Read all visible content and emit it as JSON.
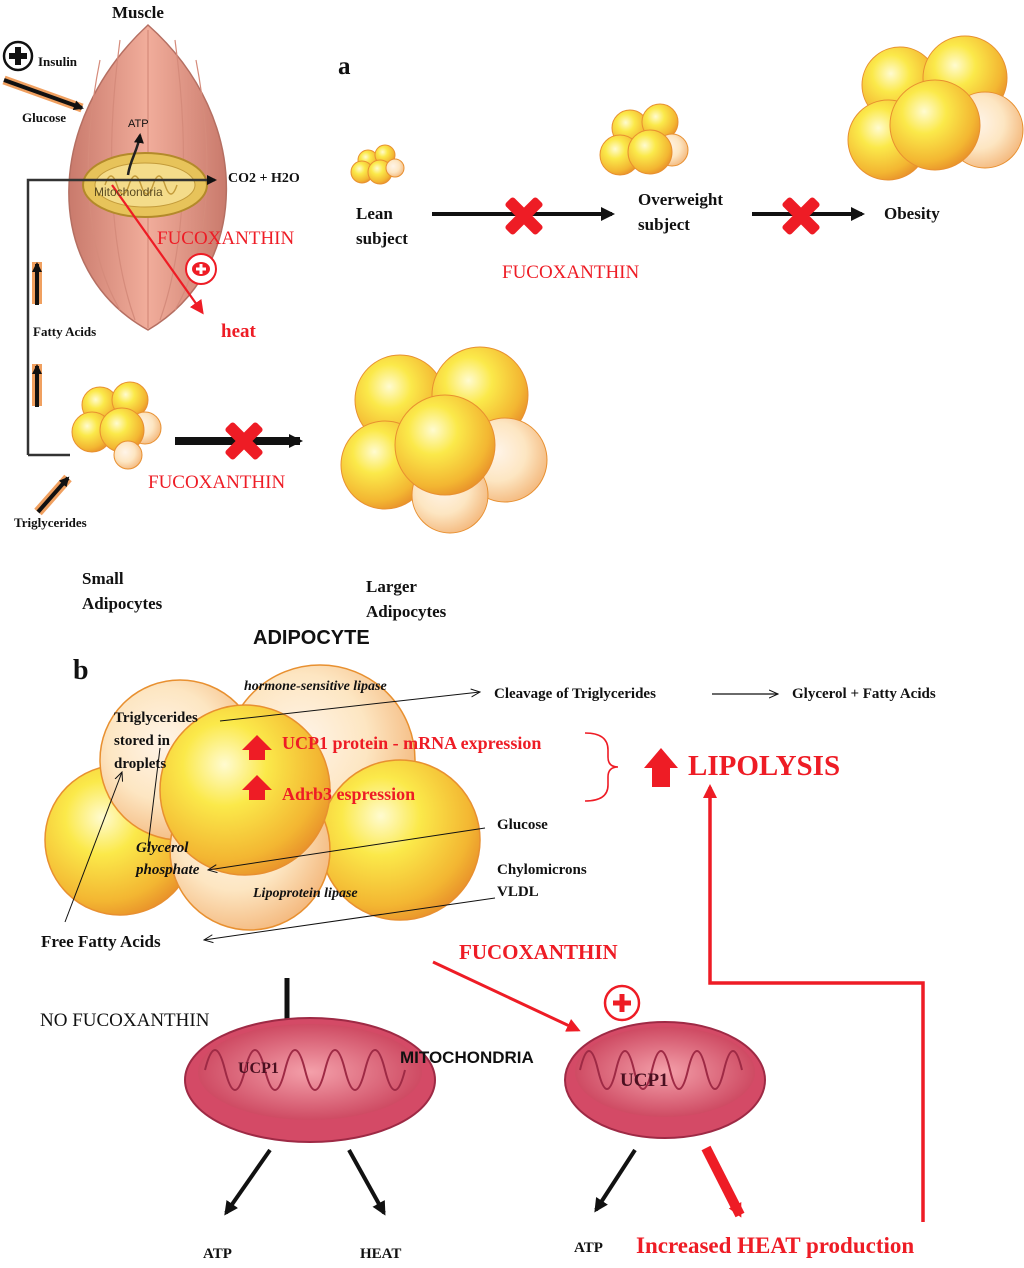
{
  "panel_a": {
    "label": "a",
    "muscle": "Muscle",
    "insulin": "Insulin",
    "glucose": "Glucose",
    "atp": "ATP",
    "mitochondria": "Mitochondria",
    "co2_h2o": "CO2 + H2O",
    "fucoxanthin_muscle": "FUCOXANTHIN",
    "heat": "heat",
    "fatty_acids": "Fatty Acids",
    "triglycerides": "Triglycerides",
    "fucoxanthin_adipocytes": "FUCOXANTHIN",
    "small_adipocytes_1": "Small",
    "small_adipocytes_2": "Adipocytes",
    "larger_adipocytes_1": "Larger",
    "larger_adipocytes_2": "Adipocytes",
    "lean_1": "Lean",
    "lean_2": "subject",
    "overweight_1": "Overweight",
    "overweight_2": "subject",
    "obesity": "Obesity",
    "fucoxanthin_weight": "FUCOXANTHIN"
  },
  "panel_b": {
    "label": "b",
    "adipocyte": "ADIPOCYTE",
    "hsl": "hormone-sensitive lipase",
    "cleavage": "Cleavage of Triglycerides",
    "glycerol_fa": "Glycerol + Fatty Acids",
    "tg_1": "Triglycerides",
    "tg_2": "stored in",
    "tg_3": "droplets",
    "ucp1_expr": "UCP1 protein - mRNA expression",
    "adrb3": "Adrb3 espression",
    "lipolysis": "LIPOLYSIS",
    "glucose": "Glucose",
    "glycerol_phosphate_1": "Glycerol",
    "glycerol_phosphate_2": "phosphate",
    "chylomicrons": "Chylomicrons",
    "vldl": "VLDL",
    "lpl": "Lipoprotein lipase",
    "ffa": "Free Fatty Acids",
    "fucoxanthin": "FUCOXANTHIN",
    "no_fucoxanthin": "NO  FUCOXANTHIN",
    "mitochondria": "MITOCHONDRIA",
    "ucp1_left": "UCP1",
    "ucp1_right": "UCP1",
    "atp_left": "ATP",
    "heat_left": "HEAT",
    "atp_right": "ATP",
    "increased_heat": "Increased HEAT production"
  },
  "colors": {
    "red": "#ee1c25",
    "black": "#111111",
    "muscle": "#e8a08f",
    "fat_yellow": "#f7e23a",
    "fat_orange": "#f0a030",
    "mito_pink": "#d9506a"
  }
}
